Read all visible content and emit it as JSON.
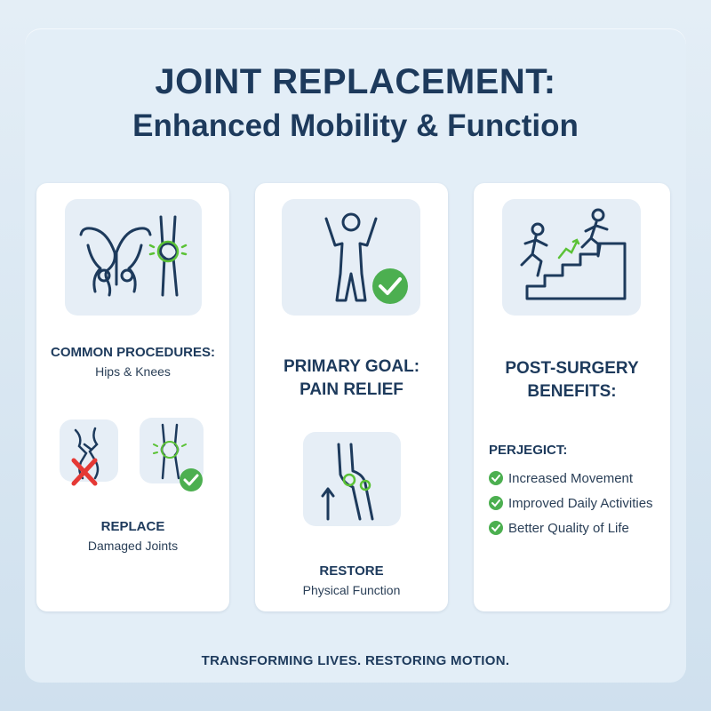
{
  "title": {
    "line1": "JOINT REPLACEMENT:",
    "line2": "Enhanced Mobility & Function"
  },
  "cards": [
    {
      "heading": "COMMON PROCEDURES:",
      "subtext": "Hips & Knees",
      "heading2": "REPLACE",
      "subtext2": "Damaged Joints",
      "icons": [
        "hip-joint-icon",
        "knee-joint-icon",
        "broken-joint-icon",
        "healthy-joint-icon"
      ]
    },
    {
      "heading_line1": "PRIMARY GOAL:",
      "heading_line2": "PAIN RELIEF",
      "heading2": "RESTORE",
      "subtext2": "Physical Function",
      "icons": [
        "person-arms-raised-icon",
        "knee-bend-icon"
      ]
    },
    {
      "heading_line1": "POST-SURGERY",
      "heading_line2": "BENEFITS:",
      "list_label": "PERJEGICT:",
      "benefits": [
        "Increased Movement",
        "Improved Daily Activities",
        "Better Quality of Life"
      ],
      "icons": [
        "climbing-stairs-icon"
      ]
    }
  ],
  "footer": "TRANSFORMING LIVES. RESTORING MOTION.",
  "colors": {
    "navy": "#1d3a5c",
    "check_green": "#4caf50",
    "cross_red": "#e53935",
    "card_bg": "#ffffff",
    "icon_box_bg": "#e6eef6"
  }
}
